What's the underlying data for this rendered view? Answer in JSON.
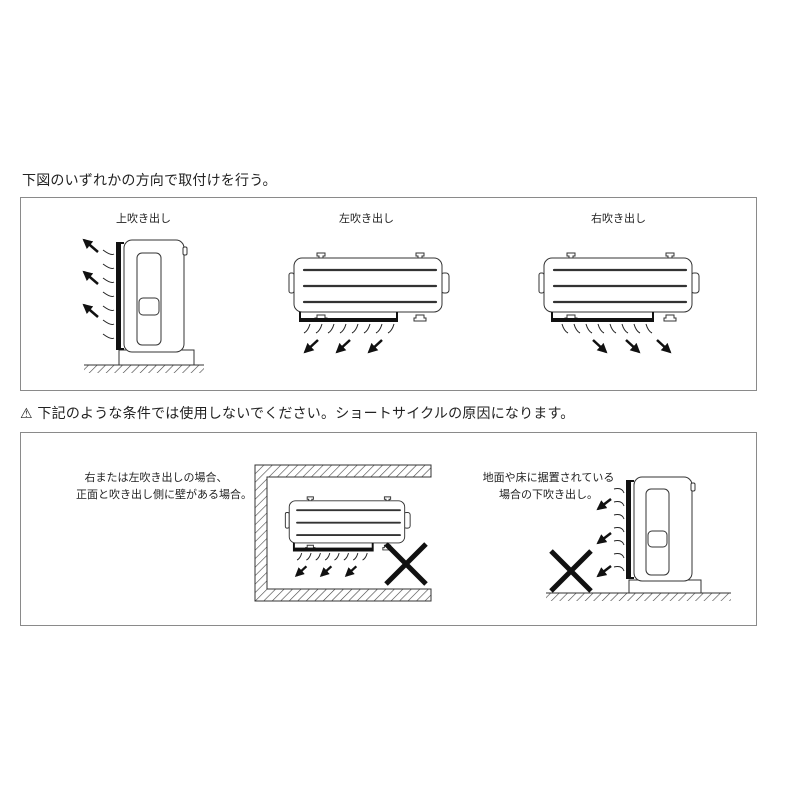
{
  "section1": {
    "heading": "下図のいずれかの方向で取付けを行う。",
    "panels": [
      {
        "label": "上吹き出し",
        "orientation": "up"
      },
      {
        "label": "左吹き出し",
        "orientation": "left"
      },
      {
        "label": "右吹き出し",
        "orientation": "right"
      }
    ]
  },
  "section2": {
    "warning_icon": "⚠",
    "heading": "下記のような条件では使用しないでください。ショートサイクルの原因になります。",
    "cases": [
      {
        "note_lines": [
          "右または左吹き出しの場合、",
          "正面と吹き出し側に壁がある場合。"
        ],
        "mark": "✕"
      },
      {
        "note_lines": [
          "地面や床に据置されている",
          "場合の下吹き出し。"
        ],
        "mark": "✕"
      }
    ]
  },
  "colors": {
    "border": "#8a8a8a",
    "line": "#333333",
    "fill": "#ffffff",
    "text": "#222222"
  }
}
